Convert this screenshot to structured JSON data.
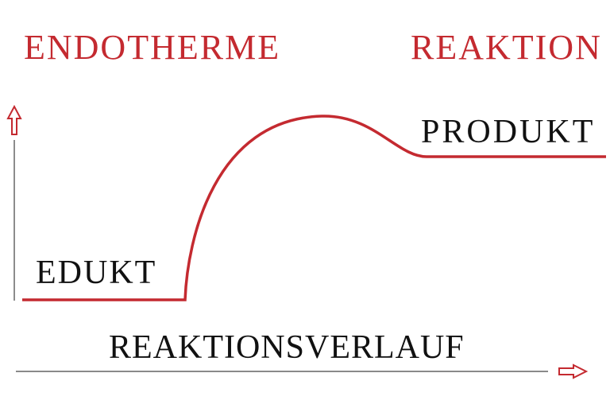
{
  "title_left": "Endotherme",
  "title_right": "Reaktion",
  "label_start": "Edukt",
  "label_end": "Produkt",
  "x_axis_label": "Reaktionsverlauf",
  "colors": {
    "accent": "#c42a30",
    "text": "#111111",
    "axis": "#555555"
  }
}
